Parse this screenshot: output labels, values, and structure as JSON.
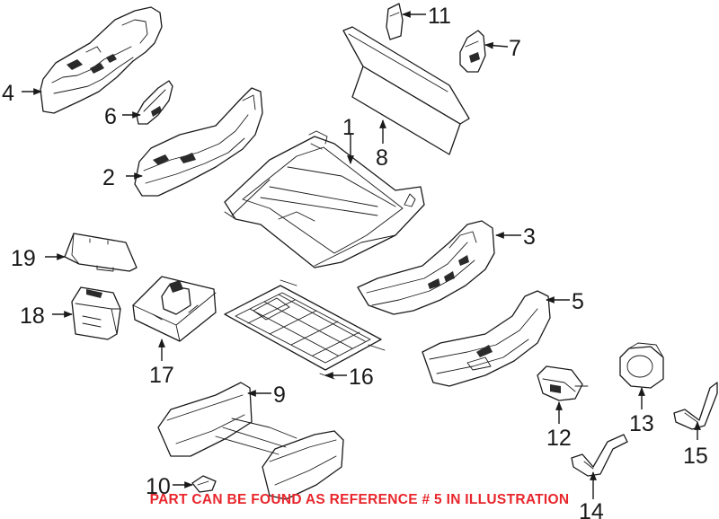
{
  "diagram": {
    "callouts": [
      "1",
      "2",
      "3",
      "4",
      "5",
      "6",
      "7",
      "8",
      "9",
      "10",
      "11",
      "12",
      "13",
      "14",
      "15",
      "16",
      "17",
      "18",
      "19"
    ],
    "notice": "PART CAN BE FOUND AS REFERENCE # 5 IN ILLUSTRATION",
    "notice_color": "#e8262c",
    "line_color": "#1a1a1a"
  }
}
